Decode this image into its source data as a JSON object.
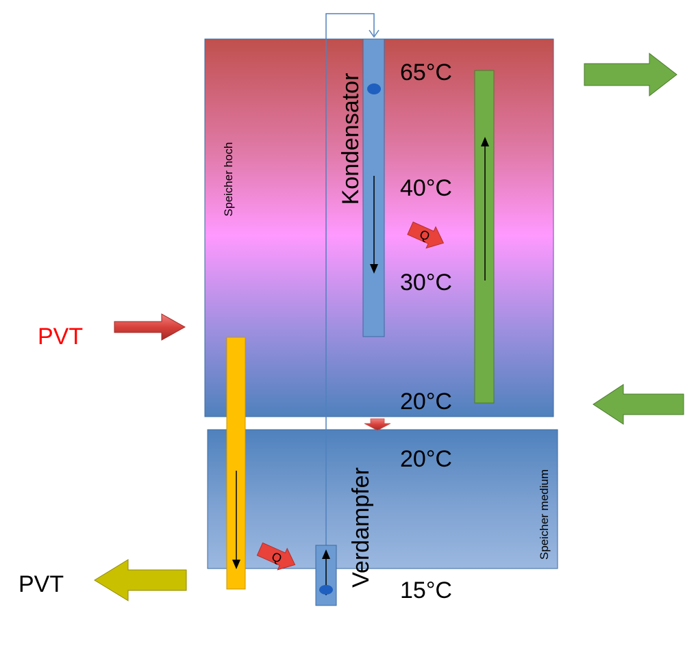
{
  "tanks": {
    "upper": {
      "label": "Speicher hoch"
    },
    "lower": {
      "label": "Speicher medium"
    }
  },
  "exchangers": {
    "condenser": {
      "label": "Kondensator"
    },
    "evaporator": {
      "label": "Verdampfer"
    }
  },
  "temperatures": {
    "t65": "65°C",
    "t40": "40°C",
    "t30": "30°C",
    "t20_top": "20°C",
    "t20_bottom": "20°C",
    "t15": "15°C"
  },
  "heat_labels": {
    "q_upper": "Q",
    "q_lower": "Q"
  },
  "pvt": {
    "inlet_label": "PVT",
    "outlet_label": "PVT"
  },
  "colors": {
    "pvt_inlet_text": "#ff0000",
    "condenser_pipe": "#6b9bd2",
    "green_loop": "#70ad47",
    "yellow_loop": "#ffc000",
    "heat_arrow": "#e8423b",
    "pvt_outlet_arrow": "#c9c000"
  },
  "icons": {
    "outflow_arrow": "green-right-arrow-icon",
    "inflow_arrow": "green-left-arrow-icon",
    "pvt_in_arrow": "red-right-arrow-icon",
    "pvt_out_arrow": "olive-left-arrow-icon",
    "heat_transfer": "heat-arrow-icon"
  }
}
